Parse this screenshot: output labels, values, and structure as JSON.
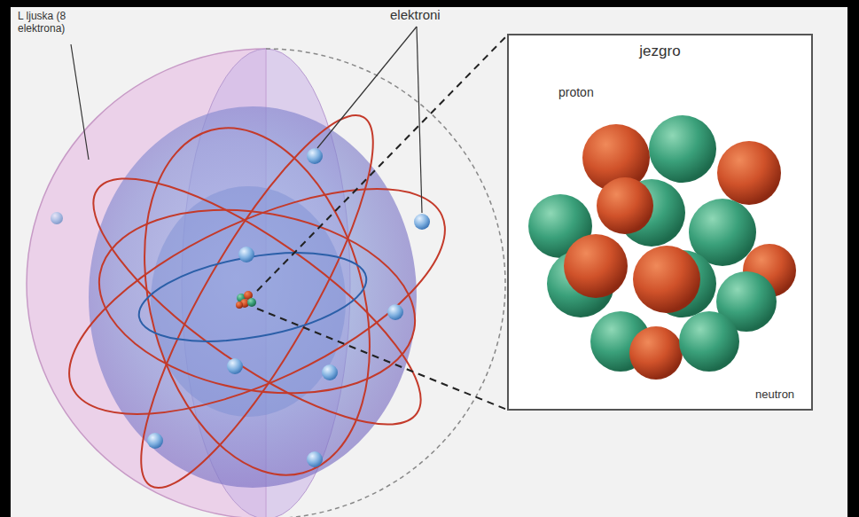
{
  "diagram": {
    "nodes": [
      {
        "text": [
          "jezgro"
        ]
      }
    ],
    "labels": [
      "L ljuska (8 elektrona)",
      "elektroni",
      "proton",
      "neutron"
    ]
  }
}
